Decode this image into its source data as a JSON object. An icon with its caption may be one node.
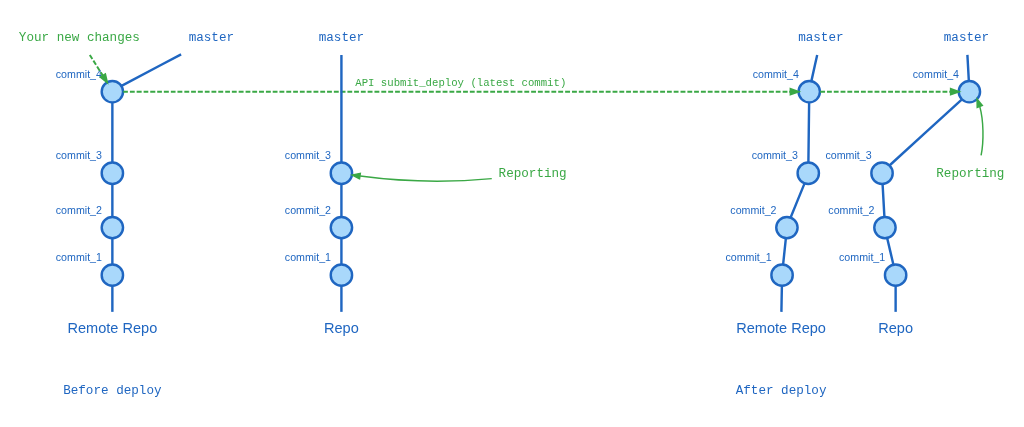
{
  "diagram": {
    "nodes": [
      {
        "text": [
          "Your new changes"
        ]
      },
      {
        "text": [
          "master"
        ]
      },
      {
        "text": [],
        "shape": "circle",
        "beside": [
          "commit_4"
        ]
      },
      {
        "text": [],
        "shape": "circle",
        "beside": [
          "commit_3"
        ]
      },
      {
        "text": [],
        "shape": "circle",
        "beside": [
          "commit_2"
        ]
      },
      {
        "text": [],
        "shape": "circle",
        "beside": [
          "commit_1"
        ]
      },
      {
        "text": [
          "Remote Repo"
        ]
      },
      {
        "text": [
          "master"
        ]
      },
      {
        "text": [],
        "shape": "circle",
        "beside": [
          "commit_3"
        ]
      },
      {
        "text": [],
        "shape": "circle",
        "beside": [
          "commit_2"
        ]
      },
      {
        "text": [],
        "shape": "circle",
        "beside": [
          "commit_1"
        ]
      },
      {
        "text": [
          "Repo"
        ]
      },
      {
        "text": [
          "Reporting"
        ]
      },
      {
        "text": [
          "master"
        ]
      },
      {
        "text": [],
        "shape": "circle",
        "beside": [
          "commit_4"
        ]
      },
      {
        "text": [],
        "shape": "circle",
        "beside": [
          "commit_3"
        ]
      },
      {
        "text": [],
        "shape": "circle",
        "beside": [
          "commit_2"
        ]
      },
      {
        "text": [],
        "shape": "circle",
        "beside": [
          "commit_1"
        ]
      },
      {
        "text": [
          "Remote Repo"
        ]
      },
      {
        "text": [
          "master"
        ]
      },
      {
        "text": [],
        "shape": "circle",
        "beside": [
          "commit_4"
        ]
      },
      {
        "text": [],
        "shape": "circle",
        "beside": [
          "commit_3"
        ]
      },
      {
        "text": [],
        "shape": "circle",
        "beside": [
          "commit_2"
        ]
      },
      {
        "text": [],
        "shape": "circle",
        "beside": [
          "commit_1"
        ]
      },
      {
        "text": [
          "Repo"
        ]
      },
      {
        "text": [
          "Reporting"
        ]
      }
    ],
    "edges": [
      {
        "from": 0,
        "to": 2,
        "arrow": "to",
        "style": "dashed",
        "color": "#3aa845"
      },
      {
        "from": 1,
        "to": 2,
        "arrow": "none"
      },
      {
        "from": 2,
        "to": 3,
        "arrow": "none"
      },
      {
        "from": 3,
        "to": 4,
        "arrow": "none"
      },
      {
        "from": 4,
        "to": 5,
        "arrow": "none"
      },
      {
        "from": 5,
        "to": 6,
        "arrow": "none"
      },
      {
        "from": 7,
        "to": 8,
        "arrow": "none"
      },
      {
        "from": 8,
        "to": 9,
        "arrow": "none"
      },
      {
        "from": 9,
        "to": 10,
        "arrow": "none"
      },
      {
        "from": 10,
        "to": 11,
        "arrow": "none"
      },
      {
        "from": 12,
        "to": 8,
        "arrow": "to",
        "color": "#3aa845"
      },
      {
        "from": 2,
        "to": 14,
        "arrow": "to",
        "label": "API submit_deploy (latest commit)",
        "style": "dashed",
        "color": "#3aa845"
      },
      {
        "from": 13,
        "to": 14,
        "arrow": "none"
      },
      {
        "from": 14,
        "to": 15,
        "arrow": "none"
      },
      {
        "from": 15,
        "to": 16,
        "arrow": "none"
      },
      {
        "from": 16,
        "to": 17,
        "arrow": "none"
      },
      {
        "from": 17,
        "to": 18,
        "arrow": "none"
      },
      {
        "from": 19,
        "to": 20,
        "arrow": "none"
      },
      {
        "from": 20,
        "to": 21,
        "arrow": "none"
      },
      {
        "from": 21,
        "to": 22,
        "arrow": "none"
      },
      {
        "from": 22,
        "to": 23,
        "arrow": "none"
      },
      {
        "from": 23,
        "to": 24,
        "arrow": "none"
      },
      {
        "from": 14,
        "to": 20,
        "arrow": "to",
        "style": "dashed",
        "color": "#3aa845"
      },
      {
        "from": 25,
        "to": 20,
        "arrow": "to",
        "color": "#3aa845"
      }
    ],
    "labels": [
      "Before deploy",
      "After deploy"
    ]
  }
}
